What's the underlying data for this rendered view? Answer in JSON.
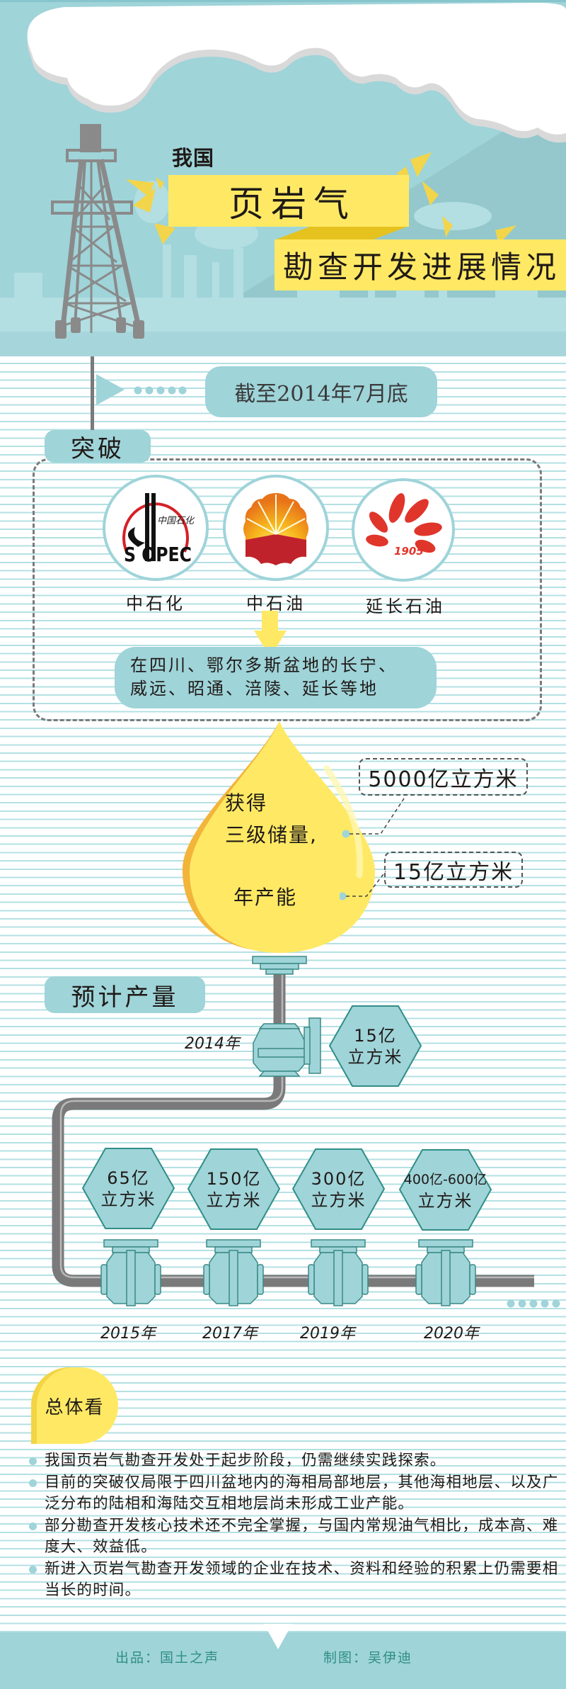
{
  "header": {
    "kicker": "我国",
    "title": "页岩气",
    "subtitle": "勘查开发进展情况"
  },
  "timeline": {
    "date_label": "截至2014年7月底"
  },
  "breakthrough": {
    "section_label": "突破",
    "companies": [
      {
        "name": "中石化",
        "logo": "sinopec-logo",
        "logo_text": "SINOPEC",
        "logo_cn": "中国石化"
      },
      {
        "name": "中石油",
        "logo": "petrochina-logo"
      },
      {
        "name": "延长石油",
        "logo": "yanchang-logo",
        "logo_text": "1905"
      }
    ],
    "locations_line1": "在四川、鄂尔多斯盆地的长宁、",
    "locations_line2": "威远、昭通、涪陵、延长等地"
  },
  "reserves": {
    "obtained": "获得",
    "reserve_label": "三级储量,",
    "capacity_label": "年产能",
    "reserve_value": "5000亿立方米",
    "capacity_value": "15亿立方米"
  },
  "forecast": {
    "section_label": "预计产量",
    "items": [
      {
        "year": "2014年",
        "value": "15亿",
        "unit": "立方米"
      },
      {
        "year": "2015年",
        "value": "65亿",
        "unit": "立方米"
      },
      {
        "year": "2017年",
        "value": "150亿",
        "unit": "立方米"
      },
      {
        "year": "2019年",
        "value": "300亿",
        "unit": "立方米"
      },
      {
        "year": "2020年",
        "value": "400亿-600亿",
        "unit": "立方米"
      }
    ]
  },
  "summary": {
    "section_label": "总体看",
    "bullets": [
      "我国页岩气勘查开发处于起步阶段，仍需继续实践探索。",
      "目前的突破仅局限于四川盆地内的海相局部地层，其他海相地层、以及广泛分布的陆相和海陆交互相地层尚未形成工业产能。",
      "部分勘查开发核心技术还不完全掌握，与国内常规油气相比，成本高、难度大、效益低。",
      "新进入页岩气勘查开发领域的企业在技术、资料和经验的积累上仍需要相当长的时间。"
    ]
  },
  "footer": {
    "producer": "出品：国土之声",
    "designer": "制图：吴伊迪"
  },
  "colors": {
    "teal": "#9fd4d9",
    "yellow": "#ffe964",
    "pipe_gray": "#7a7a7a",
    "footer_text": "#2f8e86"
  }
}
